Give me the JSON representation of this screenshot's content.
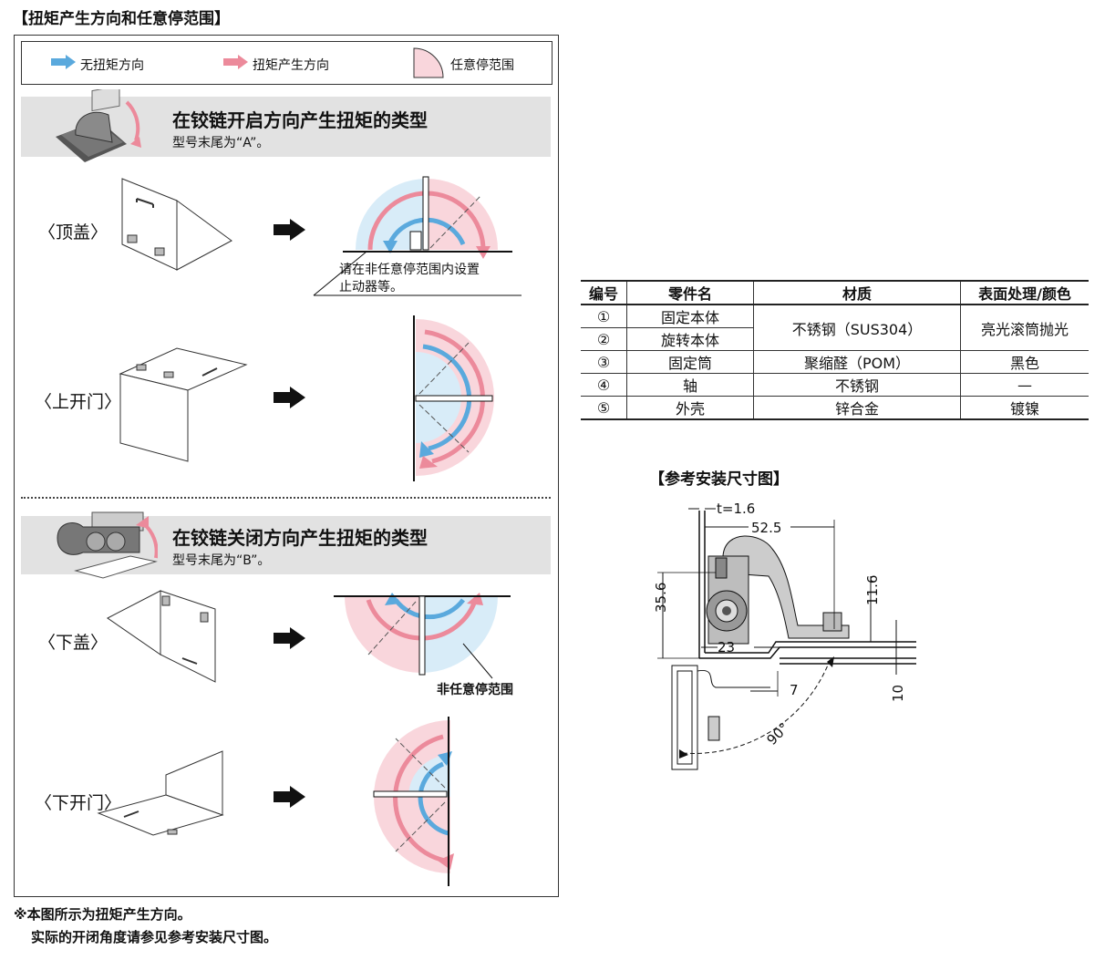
{
  "section_title": "【扭矩产生方向和任意停范围】",
  "legend": {
    "no_torque": "无扭矩方向",
    "torque": "扭矩产生方向",
    "free_stop": "任意停范围"
  },
  "colors": {
    "blue_arrow": "#5aa9dd",
    "pink_arrow": "#ec8a9b",
    "pink_zone": "#f9d6dc",
    "blue_zone": "#d8ecf8",
    "band_gray": "#e2e2e2"
  },
  "type_a": {
    "title": "在铰链开启方向产生扭矩的类型",
    "subtitle": "型号末尾为“A”。",
    "items": [
      {
        "label": "〈顶盖〉"
      },
      {
        "label": "〈上开门〉"
      }
    ],
    "stopper_note_line1": "请在非任意停范围内设置",
    "stopper_note_line2": "止动器等。"
  },
  "type_b": {
    "title": "在铰链关闭方向产生扭矩的类型",
    "subtitle": "型号末尾为“B”。",
    "items": [
      {
        "label": "〈下盖〉"
      },
      {
        "label": "〈下开门〉"
      }
    ],
    "non_free_stop": "非任意停范围"
  },
  "footnote_line1": "※本图所示为扭矩产生方向。",
  "footnote_line2": "实际的开闭角度请参见参考安装尺寸图。",
  "parts_table": {
    "headers": [
      "编号",
      "零件名",
      "材质",
      "表面处理/颜色"
    ],
    "rows": [
      {
        "no": "①",
        "name": "固定本体"
      },
      {
        "no": "②",
        "name": "旋转本体"
      },
      {
        "no": "③",
        "name": "固定筒",
        "material": "聚缩醛（POM）",
        "finish": "黑色"
      },
      {
        "no": "④",
        "name": "轴",
        "material": "不锈钢",
        "finish": "—"
      },
      {
        "no": "⑤",
        "name": "外壳",
        "material": "锌合金",
        "finish": "镀镍"
      }
    ],
    "merged_material": "不锈钢（SUS304）",
    "merged_finish": "亮光滚筒抛光"
  },
  "install": {
    "title": "【参考安装尺寸图】",
    "t": "t=1.6",
    "d52": "52.5",
    "d35": "35.6",
    "d11": "11.6",
    "d23": "23",
    "d7": "7",
    "d10": "10",
    "angle": "90°"
  }
}
